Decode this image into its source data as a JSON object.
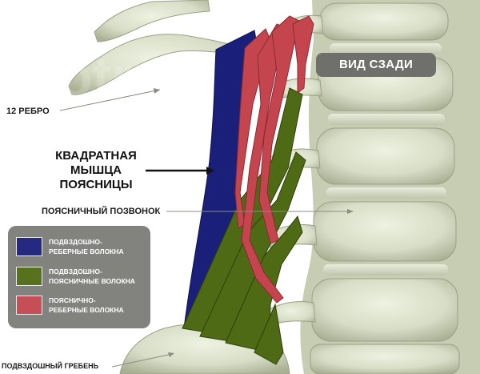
{
  "view_label": "ВИД СЗАДИ",
  "labels": {
    "rib12": "12 РЕБРО",
    "vertebra": "ПОЯСНИЧНЫЙ ПОЗВОНОК",
    "iliac_crest": "ПОДВЗДОШНЫЙ ГРЕБЕНЬ"
  },
  "muscle_title": {
    "line1": "КВАДРАТНАЯ",
    "line2": "МЫШЦА",
    "line3": "ПОЯСНИЦЫ"
  },
  "legend": [
    {
      "line1": "ПОДВЗДОШНО-",
      "line2": "РЕБЕРНЫЕ ВОЛОКНА",
      "color": "#1a1f7a"
    },
    {
      "line1": "ПОДВЗДОШНО-",
      "line2": "ПОЯСНИЧНЫЕ ВОЛОКНА",
      "color": "#4f6a14"
    },
    {
      "line1": "ПОЯСНИЧНО-",
      "line2": "РЕБЕРНЫЕ ВОЛОКНА",
      "color": "#c4454e"
    }
  ],
  "watermark": "evotren",
  "colors": {
    "bone": "#d9dfc9",
    "bone_shadow": "#b7bea4",
    "iliocostal": "#1a1f7a",
    "iliolumbar": "#4f6a14",
    "lumbocostal": "#c4454e"
  }
}
